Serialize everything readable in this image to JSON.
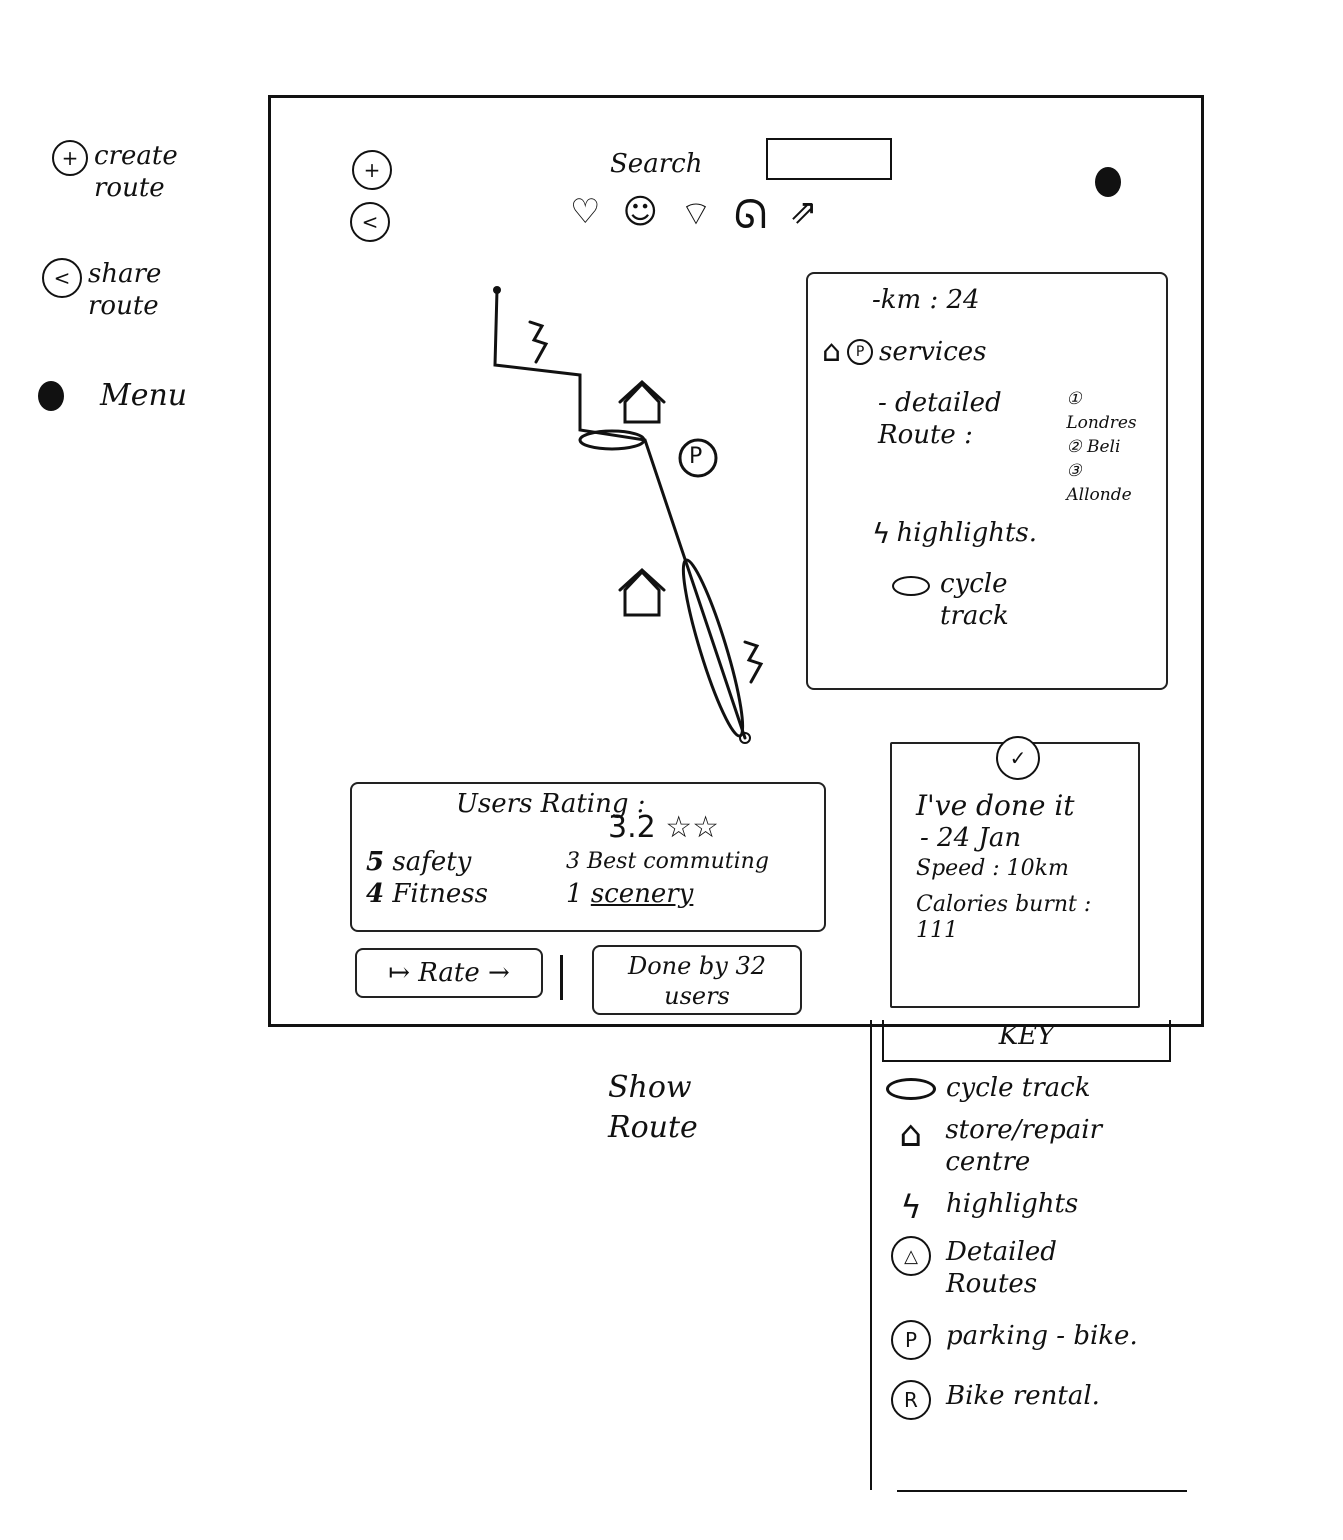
{
  "annotations": {
    "create_route": "create route",
    "share_route": "share route",
    "menu": "Menu",
    "caption": "Show Route"
  },
  "toolbar": {
    "search_label": "Search",
    "search_value": "",
    "filter_icons": [
      "heart-icon",
      "smiley-icon",
      "bike-icon",
      "snail-icon",
      "arrow-icon"
    ]
  },
  "route_info": {
    "km": "-km : 24",
    "services": "services",
    "detailed_route_label": "- detailed Route :",
    "detailed_routes": [
      "① Londres",
      "② Beli",
      "③ Allonde"
    ],
    "highlights": "highlights.",
    "cycle_track": "cycle track"
  },
  "ratings": {
    "users_rating_label": "Users Rating :",
    "users_rating_value": "3.2",
    "stars": "☆☆",
    "items": [
      {
        "value": "5",
        "label": "safety"
      },
      {
        "value": "3",
        "label": "Best commuting"
      },
      {
        "value": "4",
        "label": "Fitness"
      },
      {
        "value": "1",
        "label": "scenery"
      }
    ]
  },
  "actions": {
    "rate": "↦ Rate →",
    "done_by": "Done by 32 users"
  },
  "completed": {
    "title": "I've done it",
    "date": "- 24 Jan",
    "speed": "Speed : 10km",
    "calories": "Calories burnt : 111"
  },
  "map": {
    "parking_marker": "P"
  },
  "key": {
    "title": "KEY",
    "items": [
      {
        "icon": "cycle-track-icon",
        "label": "cycle track"
      },
      {
        "icon": "store-icon",
        "label": "store/repair centre"
      },
      {
        "icon": "highlight-icon",
        "label": "highlights"
      },
      {
        "icon": "detailed-route-icon",
        "label": "Detailed Routes"
      },
      {
        "icon": "parking-icon",
        "label": "parking - bike."
      },
      {
        "icon": "rental-icon",
        "label": "Bike rental."
      }
    ],
    "parking_letter": "P",
    "rental_letter": "R"
  }
}
